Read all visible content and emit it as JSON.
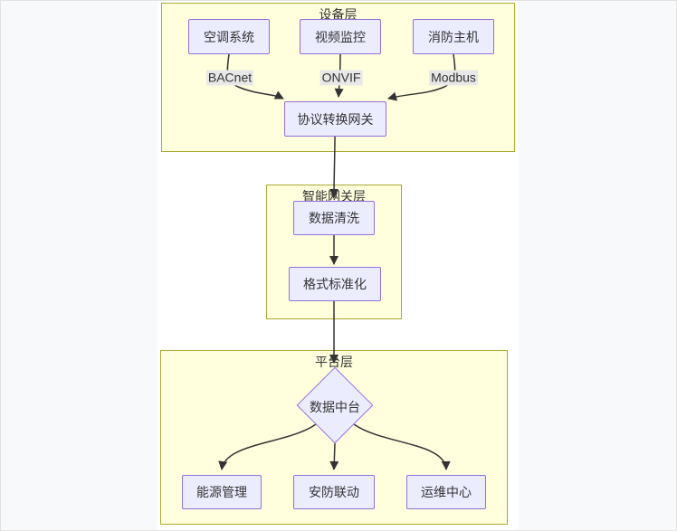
{
  "colors": {
    "page_bg": "#f8f9fa",
    "surface": "#ffffff",
    "cluster_fill": "#ffffde",
    "cluster_border": "#aaaa33",
    "node_fill": "#ececff",
    "node_border": "#9370db",
    "edge_color": "#333333",
    "edge_label_bg": "#e8e8e8",
    "text_color": "#333333"
  },
  "layers": {
    "device": {
      "title": "设备层"
    },
    "gateway": {
      "title": "智能网关层"
    },
    "platform": {
      "title": "平台层"
    }
  },
  "nodes": {
    "ac": {
      "label": "空调系统"
    },
    "video": {
      "label": "视频监控"
    },
    "fire": {
      "label": "消防主机"
    },
    "gw": {
      "label": "协议转换网关"
    },
    "clean": {
      "label": "数据清洗"
    },
    "format": {
      "label": "格式标准化"
    },
    "hub": {
      "label": "数据中台"
    },
    "energy": {
      "label": "能源管理"
    },
    "security": {
      "label": "安防联动"
    },
    "ops": {
      "label": "运维中心"
    }
  },
  "edge_labels": {
    "bacnet": "BACnet",
    "onvif": "ONVIF",
    "modbus": "Modbus"
  },
  "edges": [
    {
      "from": "空调系统",
      "to": "协议转换网关",
      "label": "BACnet"
    },
    {
      "from": "视频监控",
      "to": "协议转换网关",
      "label": "ONVIF"
    },
    {
      "from": "消防主机",
      "to": "协议转换网关",
      "label": "Modbus"
    },
    {
      "from": "协议转换网关",
      "to": "数据清洗",
      "label": ""
    },
    {
      "from": "数据清洗",
      "to": "格式标准化",
      "label": ""
    },
    {
      "from": "格式标准化",
      "to": "数据中台",
      "label": ""
    },
    {
      "from": "数据中台",
      "to": "能源管理",
      "label": ""
    },
    {
      "from": "数据中台",
      "to": "安防联动",
      "label": ""
    },
    {
      "from": "数据中台",
      "to": "运维中心",
      "label": ""
    }
  ]
}
